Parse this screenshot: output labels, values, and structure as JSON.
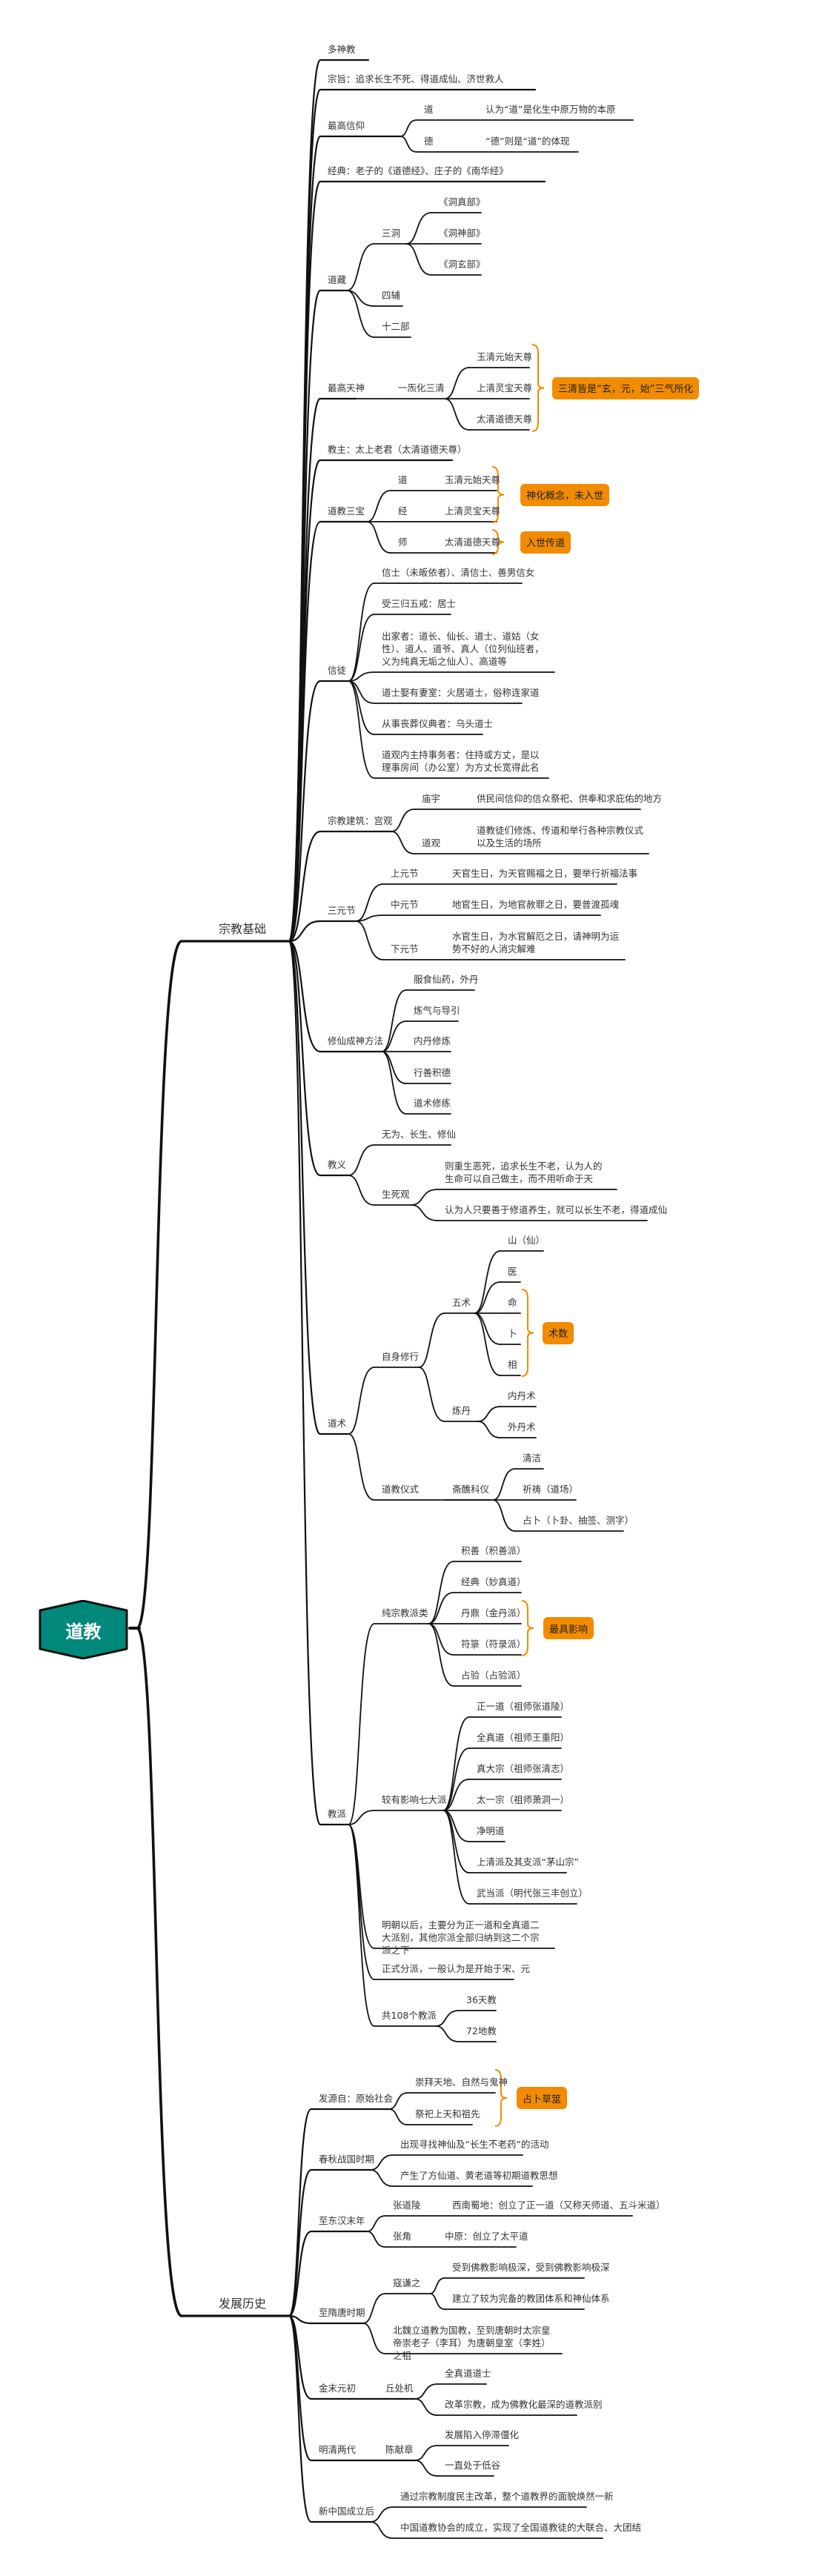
{
  "root": {
    "label": "道教",
    "color": "#00897B"
  },
  "colors": {
    "tag": "#F28B00",
    "bracket": "#F28B00",
    "line": "#111111"
  },
  "branches": [
    {
      "label": "宗教基础",
      "children": [
        {
          "label": "多神教"
        },
        {
          "label": "宗旨：追求长生不死、得道成仙、济世救人"
        },
        {
          "label": "最高信仰",
          "children": [
            {
              "label": "道",
              "desc": "认为“道”是化生中原万物的本原"
            },
            {
              "label": "德",
              "desc": "“德”则是“道”的体现"
            }
          ]
        },
        {
          "label": "经典：老子的《道德经》、庄子的《南华经》"
        },
        {
          "label": "道藏",
          "children": [
            {
              "label": "三洞",
              "children": [
                {
                  "label": "《洞真部》"
                },
                {
                  "label": "《洞神部》"
                },
                {
                  "label": "《洞玄部》"
                }
              ]
            },
            {
              "label": "四辅"
            },
            {
              "label": "十二部"
            }
          ]
        },
        {
          "label": "最高天神",
          "children": [
            {
              "label": "一炁化三清",
              "children": [
                {
                  "label": "玉清元始天尊"
                },
                {
                  "label": "上清灵宝天尊"
                },
                {
                  "label": "太清道德天尊"
                }
              ],
              "tag": "三清皆是“玄，元，始”三气所化"
            }
          ]
        },
        {
          "label": "教主：太上老君（太清道德天尊）"
        },
        {
          "label": "道教三宝",
          "children": [
            {
              "label": "道",
              "desc": "玉清元始天尊"
            },
            {
              "label": "经",
              "desc": "上清灵宝天尊"
            },
            {
              "label": "师",
              "desc": "太清道德天尊"
            }
          ],
          "tags": [
            "神化概念，未入世",
            "入世传道"
          ]
        },
        {
          "label": "信徒",
          "children": [
            {
              "label": "信士（未皈依者）、清信士、善男信女"
            },
            {
              "label": "受三归五戒：居士"
            },
            {
              "label": "出家者：道长、仙长、道士、道姑（女性）、道人、道爷、真人（位列仙班者，义为纯真无垢之仙人）、高道等"
            },
            {
              "label": "道士娶有妻室：火居道士，俗称连家道"
            },
            {
              "label": "从事丧葬仪典者：乌头道士"
            },
            {
              "label": "道观内主持事务者：住持或方丈，是以理事房间（办公室）为方丈长宽得此名"
            }
          ]
        },
        {
          "label": "宗教建筑：宫观",
          "children": [
            {
              "label": "庙宇",
              "desc": "供民间信仰的信众祭祀、供奉和求庇佑的地方"
            },
            {
              "label": "道观",
              "desc": "道教徒们修炼、传道和举行各种宗教仪式以及生活的场所"
            }
          ]
        },
        {
          "label": "三元节",
          "children": [
            {
              "label": "上元节",
              "desc": "天官生日，为天官赐福之日，要举行祈福法事"
            },
            {
              "label": "中元节",
              "desc": "地官生日，为地官赦罪之日，要普渡孤魂"
            },
            {
              "label": "下元节",
              "desc": "水官生日，为水官解厄之日，请神明为运势不好的人消灾解难"
            }
          ]
        },
        {
          "label": "修仙成神方法",
          "children": [
            {
              "label": "服食仙药，外丹"
            },
            {
              "label": "炼气与导引"
            },
            {
              "label": "内丹修炼"
            },
            {
              "label": "行善积德"
            },
            {
              "label": "道术修练"
            }
          ]
        },
        {
          "label": "教义",
          "children": [
            {
              "label": "无为、长生、修仙"
            },
            {
              "label": "生死观",
              "children": [
                {
                  "label": "则重生恶死，追求长生不老，认为人的生命可以自己做主，而不用听命于天"
                },
                {
                  "label": "认为人只要善于修道养生，就可以长生不老，得道成仙"
                }
              ]
            }
          ]
        },
        {
          "label": "道术",
          "children": [
            {
              "label": "自身修行",
              "children": [
                {
                  "label": "五术",
                  "children": [
                    {
                      "label": "山（仙）"
                    },
                    {
                      "label": "医"
                    },
                    {
                      "label": "命"
                    },
                    {
                      "label": "卜"
                    },
                    {
                      "label": "相"
                    }
                  ],
                  "tag": "术数"
                },
                {
                  "label": "炼丹",
                  "children": [
                    {
                      "label": "内丹术"
                    },
                    {
                      "label": "外丹术"
                    }
                  ]
                }
              ]
            },
            {
              "label": "道教仪式",
              "children": [
                {
                  "label": "斋醮科仪",
                  "children": [
                    {
                      "label": "清洁"
                    },
                    {
                      "label": "祈祷（道场）"
                    },
                    {
                      "label": "占卜（卜卦、抽签、测字）"
                    }
                  ]
                }
              ]
            }
          ]
        },
        {
          "label": "教派",
          "children": [
            {
              "label": "纯宗教派类",
              "children": [
                {
                  "label": "积善（积善派）"
                },
                {
                  "label": "经典（妙真道）"
                },
                {
                  "label": "丹鼎（金丹派）"
                },
                {
                  "label": "符箓（符录派）"
                },
                {
                  "label": "占验（占验派）"
                }
              ],
              "tag": "最具影响"
            },
            {
              "label": "较有影响七大派",
              "children": [
                {
                  "label": "正一道（祖师张道陵）"
                },
                {
                  "label": "全真道（祖师王重阳）"
                },
                {
                  "label": "真大宗（祖师张清志）"
                },
                {
                  "label": "太一宗（祖师萧洞一）"
                },
                {
                  "label": "净明道"
                },
                {
                  "label": "上清派及其支派“茅山宗”"
                },
                {
                  "label": "武当派（明代张三丰创立）"
                }
              ]
            },
            {
              "label": "明朝以后，主要分为正一道和全真道二大派别，其他宗派全部归纳到这二个宗派之下"
            },
            {
              "label": "正式分派，一般认为是开始于宋、元"
            },
            {
              "label": "共108个教派",
              "children": [
                {
                  "label": "36天教"
                },
                {
                  "label": "72地教"
                }
              ]
            }
          ]
        }
      ]
    },
    {
      "label": "发展历史",
      "children": [
        {
          "label": "发源自：原始社会",
          "children": [
            {
              "label": "崇拜天地、自然与鬼神"
            },
            {
              "label": "祭祀上天和祖先"
            }
          ],
          "tag": "占卜草筮"
        },
        {
          "label": "春秋战国时期",
          "children": [
            {
              "label": "出现寻找神仙及“长生不老药”的活动"
            },
            {
              "label": "产生了方仙道、黄老道等初期道教思想"
            }
          ]
        },
        {
          "label": "至东汉末年",
          "children": [
            {
              "label": "张道陵",
              "desc": "西南蜀地：创立了正一道（又称天师道、五斗米道）"
            },
            {
              "label": "张角",
              "desc": "中原：创立了太平道"
            }
          ]
        },
        {
          "label": "至隋唐时期",
          "children": [
            {
              "label": "寇谦之",
              "children": [
                {
                  "label": "受到佛教影响极深，受到佛教影响极深"
                },
                {
                  "label": "建立了较为完备的教团体系和神仙体系"
                }
              ]
            },
            {
              "label": "北魏立道教为国教，至到唐朝时太宗皇帝崇老子（李耳）为唐朝皇室（李姓）之祖"
            }
          ]
        },
        {
          "label": "金末元初",
          "children": [
            {
              "label": "丘处机",
              "children": [
                {
                  "label": "全真道道士"
                },
                {
                  "label": "改革宗教，成为佛教化最深的道教派别"
                }
              ]
            }
          ]
        },
        {
          "label": "明清两代",
          "children": [
            {
              "label": "陈献章",
              "children": [
                {
                  "label": "发展陷入停滞僵化"
                },
                {
                  "label": "一直处于低谷"
                }
              ]
            }
          ]
        },
        {
          "label": "新中国成立后",
          "children": [
            {
              "label": "通过宗教制度民主改革，整个道教界的面貌焕然一新"
            },
            {
              "label": "中国道教协会的成立，实现了全国道教徒的大联合、大团结"
            }
          ]
        }
      ]
    }
  ]
}
